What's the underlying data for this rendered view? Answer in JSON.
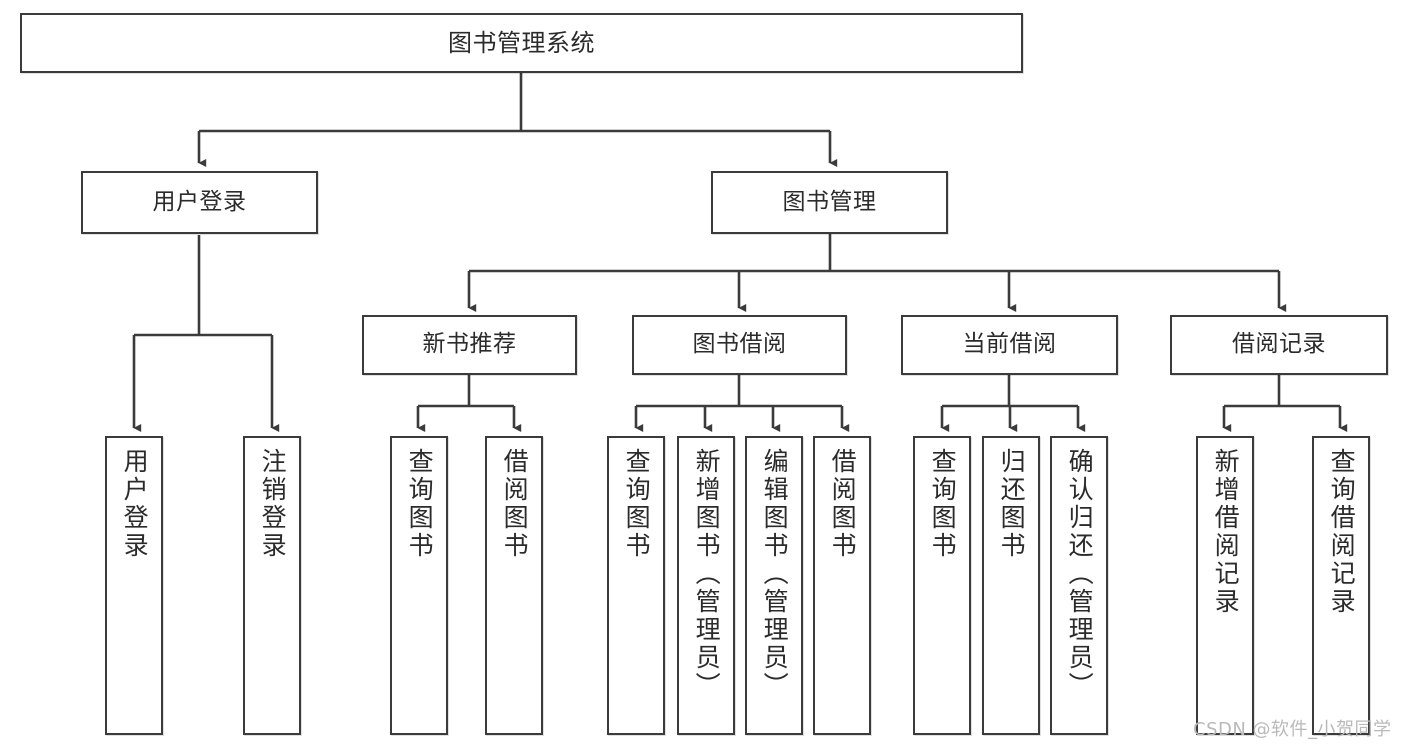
{
  "diagram": {
    "title": "图书管理系统",
    "type": "functional-structure-tree",
    "watermark": "CSDN @软件_小贺同学",
    "colors": {
      "stroke": "#3b3b3b",
      "fill": "#ffffff",
      "text": "#2b2b2b",
      "watermark": "#b9b9b9"
    }
  },
  "nodes": {
    "root": {
      "label": "图书管理系统"
    },
    "level2": [
      {
        "id": "user-login",
        "label": "用户登录"
      },
      {
        "id": "book-management",
        "label": "图书管理"
      }
    ],
    "level3": [
      {
        "id": "new-book-recommend",
        "label": "新书推荐"
      },
      {
        "id": "book-borrow",
        "label": "图书借阅"
      },
      {
        "id": "current-borrow",
        "label": "当前借阅"
      },
      {
        "id": "borrow-record",
        "label": "借阅记录"
      }
    ],
    "leaves": {
      "user-login": [
        {
          "id": "leaf-user-login",
          "label": "用户登录"
        },
        {
          "id": "leaf-logout-login",
          "label": "注销登录"
        }
      ],
      "new-book-recommend": [
        {
          "id": "leaf-query-book-1",
          "label": "查询图书"
        },
        {
          "id": "leaf-borrow-book-1",
          "label": "借阅图书"
        }
      ],
      "book-borrow": [
        {
          "id": "leaf-query-book-2",
          "label": "查询图书"
        },
        {
          "id": "leaf-add-book",
          "label": "新增图书（管理员）"
        },
        {
          "id": "leaf-edit-book",
          "label": "编辑图书（管理员）"
        },
        {
          "id": "leaf-borrow-book-2",
          "label": "借阅图书"
        }
      ],
      "current-borrow": [
        {
          "id": "leaf-query-book-3",
          "label": "查询图书"
        },
        {
          "id": "leaf-return-book",
          "label": "归还图书"
        },
        {
          "id": "leaf-confirm-return",
          "label": "确认归还（管理员）"
        }
      ],
      "borrow-record": [
        {
          "id": "leaf-add-record",
          "label": "新增借阅记录"
        },
        {
          "id": "leaf-query-record",
          "label": "查询借阅记录"
        }
      ]
    }
  }
}
